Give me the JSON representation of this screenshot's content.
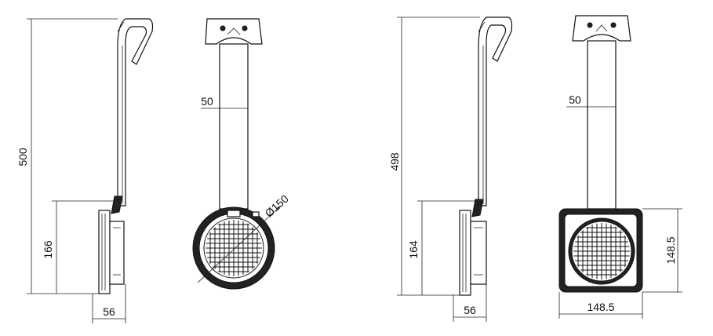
{
  "drawings": [
    {
      "id": "lamp-round",
      "side_view": {
        "height_total": "500",
        "height_head": "166",
        "depth": "56"
      },
      "front_view": {
        "arm_width": "50",
        "diameter": "Ø150"
      }
    },
    {
      "id": "lamp-square",
      "side_view": {
        "height_total": "498",
        "height_head": "164",
        "depth": "56"
      },
      "front_view": {
        "arm_width": "50",
        "width": "148.5",
        "height": "148.5"
      }
    }
  ]
}
